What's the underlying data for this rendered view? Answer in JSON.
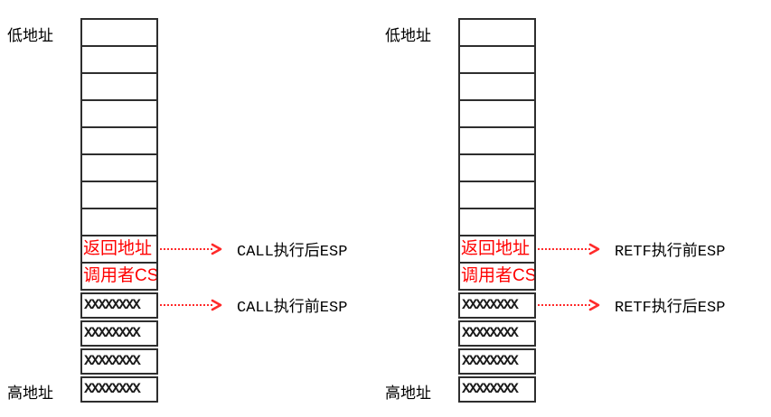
{
  "colors": {
    "background": "#ffffff",
    "border": "#2e2e2e",
    "red_cell_text": "#ff0000",
    "arrow": "#ff2a2a",
    "text": "#000000"
  },
  "diagrams": [
    {
      "name": "call-stack",
      "low_address_label": "低地址",
      "high_address_label": "高地址",
      "cells": [
        {
          "text": "",
          "style": "empty"
        },
        {
          "text": "",
          "style": "empty"
        },
        {
          "text": "",
          "style": "empty"
        },
        {
          "text": "",
          "style": "empty"
        },
        {
          "text": "",
          "style": "empty"
        },
        {
          "text": "",
          "style": "empty"
        },
        {
          "text": "",
          "style": "empty"
        },
        {
          "text": "",
          "style": "empty"
        },
        {
          "text": "返回地址",
          "style": "red"
        },
        {
          "text": "调用者CS",
          "style": "red"
        },
        {
          "text": "XXXXXXXX",
          "style": "hatch"
        },
        {
          "text": "XXXXXXXX",
          "style": "hatch"
        },
        {
          "text": "XXXXXXXX",
          "style": "hatch"
        },
        {
          "text": "XXXXXXXX",
          "style": "hatch"
        }
      ],
      "arrows": [
        {
          "label": "CALL执行后ESP",
          "cell_index": 8
        },
        {
          "label": "CALL执行前ESP",
          "cell_index": 10
        }
      ]
    },
    {
      "name": "retf-stack",
      "low_address_label": "低地址",
      "high_address_label": "高地址",
      "cells": [
        {
          "text": "",
          "style": "empty"
        },
        {
          "text": "",
          "style": "empty"
        },
        {
          "text": "",
          "style": "empty"
        },
        {
          "text": "",
          "style": "empty"
        },
        {
          "text": "",
          "style": "empty"
        },
        {
          "text": "",
          "style": "empty"
        },
        {
          "text": "",
          "style": "empty"
        },
        {
          "text": "",
          "style": "empty"
        },
        {
          "text": "返回地址",
          "style": "red"
        },
        {
          "text": "调用者CS",
          "style": "red"
        },
        {
          "text": "XXXXXXXX",
          "style": "hatch"
        },
        {
          "text": "XXXXXXXX",
          "style": "hatch"
        },
        {
          "text": "XXXXXXXX",
          "style": "hatch"
        },
        {
          "text": "XXXXXXXX",
          "style": "hatch"
        }
      ],
      "arrows": [
        {
          "label": "RETF执行前ESP",
          "cell_index": 8
        },
        {
          "label": "RETF执行后ESP",
          "cell_index": 10
        }
      ]
    }
  ]
}
